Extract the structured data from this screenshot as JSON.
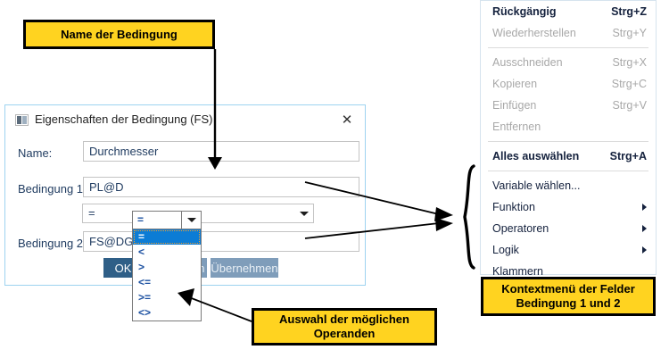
{
  "callouts": {
    "name_box": "Name der Bedingung",
    "operands_box": "Auswahl der möglichen\nOperanden",
    "operands_box_line1": "Auswahl der möglichen",
    "operands_box_line2": "Operanden",
    "ctxmenu_box_line1": "Kontextmenü der Felder",
    "ctxmenu_box_line2": "Bedingung 1 und 2"
  },
  "dialog": {
    "title": "Eigenschaften der Bedingung (FS)",
    "close_label": "✕",
    "fields": [
      {
        "label": "Name:",
        "value": "Durchmesser"
      },
      {
        "label": "Bedingung 1:",
        "value": "PL@D"
      },
      {
        "label": "Bedingung 2:",
        "value": "FS@DG"
      }
    ],
    "operator_combo": {
      "value": "=",
      "open_value": "=",
      "options": [
        "=",
        "<",
        ">",
        "<=",
        ">=",
        "<>"
      ],
      "selected_index": 0
    },
    "buttons": {
      "ok": "OK",
      "cancel": "Abbrechen",
      "apply": "Übernehmen"
    }
  },
  "context_menu": {
    "items": [
      {
        "label": "Rückgängig",
        "shortcut": "Strg+Z",
        "state": "enabled",
        "submenu": false
      },
      {
        "label": "Wiederherstellen",
        "shortcut": "Strg+Y",
        "state": "disabled",
        "submenu": false
      },
      {
        "separator": true
      },
      {
        "label": "Ausschneiden",
        "shortcut": "Strg+X",
        "state": "disabled",
        "submenu": false
      },
      {
        "label": "Kopieren",
        "shortcut": "Strg+C",
        "state": "disabled",
        "submenu": false
      },
      {
        "label": "Einfügen",
        "shortcut": "Strg+V",
        "state": "disabled",
        "submenu": false
      },
      {
        "label": "Entfernen",
        "shortcut": "",
        "state": "disabled",
        "submenu": false
      },
      {
        "separator": true
      },
      {
        "label": "Alles auswählen",
        "shortcut": "Strg+A",
        "state": "enabled",
        "submenu": false
      },
      {
        "separator": true
      },
      {
        "label": "Variable wählen...",
        "shortcut": "",
        "state": "plain",
        "submenu": false
      },
      {
        "label": "Funktion",
        "shortcut": "",
        "state": "plain",
        "submenu": true
      },
      {
        "label": "Operatoren",
        "shortcut": "",
        "state": "plain",
        "submenu": true
      },
      {
        "label": "Logik",
        "shortcut": "",
        "state": "plain",
        "submenu": true
      },
      {
        "label": "Klammern",
        "shortcut": "",
        "state": "plain",
        "submenu": false
      }
    ]
  },
  "colors": {
    "callout_fill": "#FFD320",
    "callout_border": "#000000",
    "dialog_border": "#9ed3f0",
    "selection_blue": "#0c7cd5",
    "ok_button": "#2f5f87",
    "muted_button": "#7f9dba",
    "label_text": "#1e3a5f"
  }
}
